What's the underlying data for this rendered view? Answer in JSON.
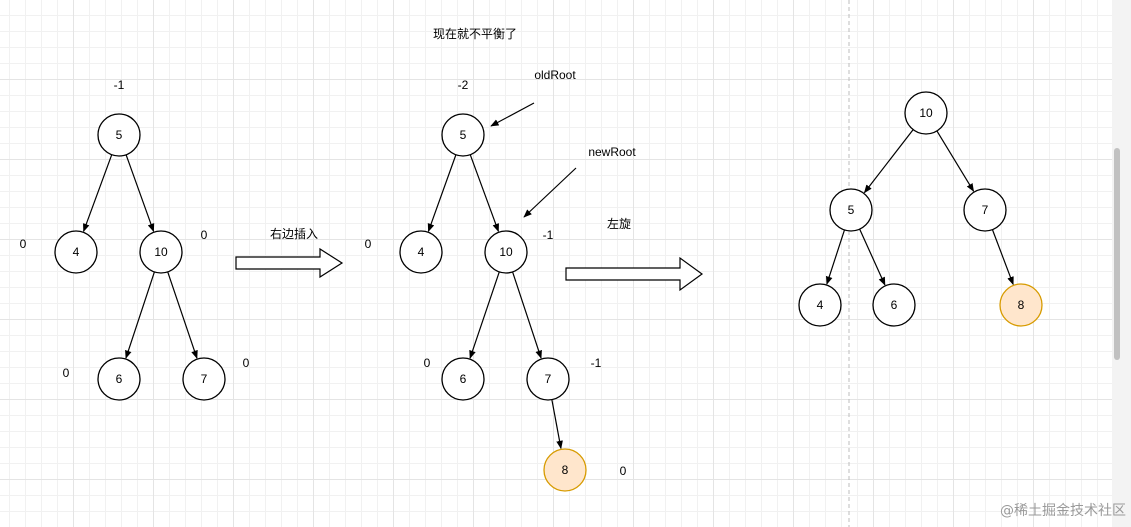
{
  "colors": {
    "highlight_fill": "#ffe6cc",
    "highlight_stroke": "#d79b00"
  },
  "trees": [
    {
      "nodes": [
        {
          "id": "a5",
          "label": "5"
        },
        {
          "id": "a4",
          "label": "4"
        },
        {
          "id": "a10",
          "label": "10"
        },
        {
          "id": "a6",
          "label": "6"
        },
        {
          "id": "a7",
          "label": "7"
        }
      ],
      "edges": [
        [
          "a5",
          "a4"
        ],
        [
          "a5",
          "a10"
        ],
        [
          "a10",
          "a6"
        ],
        [
          "a10",
          "a7"
        ]
      ],
      "balance_labels": [
        "-1",
        "0",
        "0",
        "0",
        "0"
      ]
    },
    {
      "nodes": [
        {
          "id": "b5",
          "label": "5"
        },
        {
          "id": "b4",
          "label": "4"
        },
        {
          "id": "b10",
          "label": "10"
        },
        {
          "id": "b6",
          "label": "6"
        },
        {
          "id": "b7",
          "label": "7"
        },
        {
          "id": "b8",
          "label": "8",
          "highlight": true
        }
      ],
      "edges": [
        [
          "b5",
          "b4"
        ],
        [
          "b5",
          "b10"
        ],
        [
          "b10",
          "b6"
        ],
        [
          "b10",
          "b7"
        ],
        [
          "b7",
          "b8"
        ]
      ],
      "balance_labels": [
        "-2",
        "0",
        "-1",
        "0",
        "-1",
        "0"
      ]
    },
    {
      "nodes": [
        {
          "id": "c10",
          "label": "10"
        },
        {
          "id": "c5",
          "label": "5"
        },
        {
          "id": "c7",
          "label": "7"
        },
        {
          "id": "c4",
          "label": "4"
        },
        {
          "id": "c6",
          "label": "6"
        },
        {
          "id": "c8",
          "label": "8",
          "highlight": true
        }
      ],
      "edges": [
        [
          "c10",
          "c5"
        ],
        [
          "c10",
          "c7"
        ],
        [
          "c5",
          "c4"
        ],
        [
          "c5",
          "c6"
        ],
        [
          "c7",
          "c8"
        ]
      ]
    }
  ],
  "annotations": {
    "title": "现在就不平衡了",
    "old_root": "oldRoot",
    "new_root": "newRoot",
    "insert_right": "右边插入",
    "rotate_left": "左旋"
  },
  "watermark": "@稀土掘金技术社区"
}
